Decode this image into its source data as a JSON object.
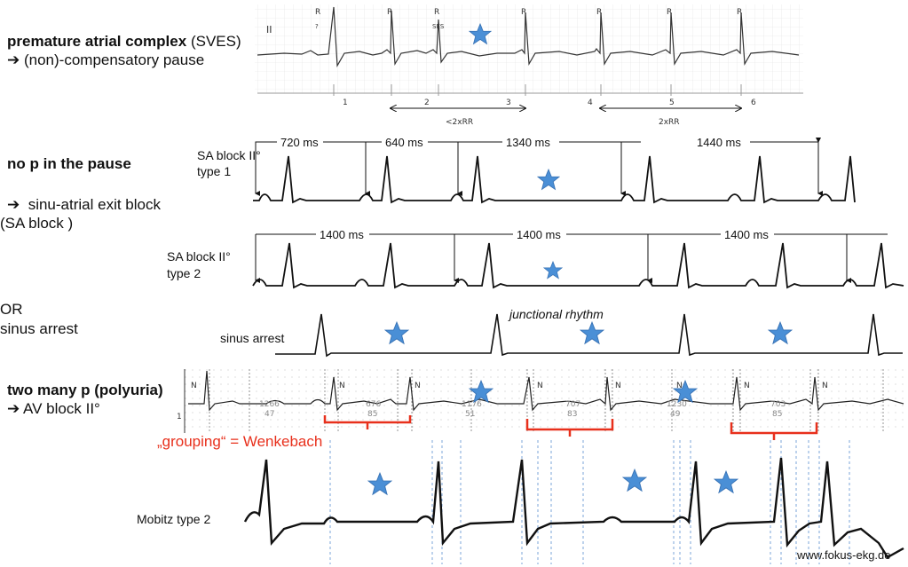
{
  "section1": {
    "title": "premature atrial complex",
    "title_suffix": "(SVES)",
    "arrow": "➔",
    "subtitle": "(non)-compensatory pause",
    "lead": "II",
    "r_labels": [
      "R",
      "R",
      "R",
      "R",
      "R",
      "R",
      "R"
    ],
    "ses": "SES",
    "pwave_mark": "?",
    "ticks": [
      "1",
      "2",
      "3",
      "4",
      "5",
      "6"
    ],
    "span_left": "<2xRR",
    "span_right": "2xRR"
  },
  "section2": {
    "title": "no p in the pause",
    "arrow": "➔",
    "line1": "sinu-atrial exit block",
    "line2": "(SA block )",
    "strip1_label": [
      "SA block II°",
      "type 1"
    ],
    "strip1_intervals": [
      "720 ms",
      "640 ms",
      "1340 ms",
      "1440 ms"
    ],
    "strip2_label": [
      "SA block II°",
      "type 2"
    ],
    "strip2_intervals": [
      "1400 ms",
      "1400 ms",
      "1400 ms"
    ]
  },
  "section3": {
    "or": "OR",
    "line": "sinus arrest",
    "strip_label": "sinus arrest",
    "junctional": "junctional rhythm"
  },
  "section4": {
    "title": "two many p (polyuria)",
    "arrow": "➔",
    "subtitle": "AV block II°",
    "grouping": "„grouping“ = Wenkebach",
    "n_labels": [
      "N",
      "N",
      "N",
      "N",
      "N",
      "N",
      "N",
      "N"
    ],
    "lead": "1",
    "interval_top": [
      "1266",
      "676",
      "1176",
      "707",
      "1230",
      "703"
    ],
    "interval_bottom": [
      "47",
      "85",
      "51",
      "83",
      "49",
      "85"
    ],
    "mobitz_label": "Mobitz type 2"
  },
  "footer": {
    "url": "www.fokus-ekg.de"
  }
}
